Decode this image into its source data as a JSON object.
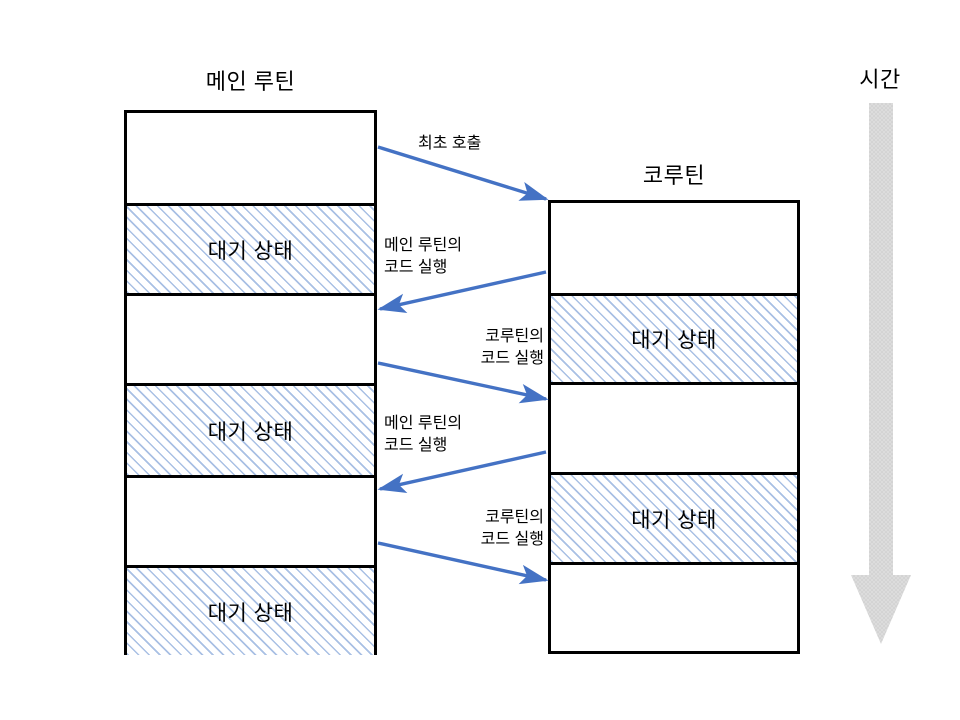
{
  "diagram": {
    "title_main": "메인 루틴",
    "title_coroutine": "코루틴",
    "title_time": "시간",
    "waiting_label": "대기 상태",
    "accent_color": "#4472C4",
    "hatch_color": "#A9C0E4",
    "border_color": "#000000",
    "time_arrow_color": "#D9D9D9"
  },
  "main_routine": {
    "name": "메인 루틴",
    "rows": [
      {
        "id": "m1",
        "state": "running",
        "label": ""
      },
      {
        "id": "m2",
        "state": "waiting",
        "label": "대기 상태"
      },
      {
        "id": "m3",
        "state": "running",
        "label": ""
      },
      {
        "id": "m4",
        "state": "waiting",
        "label": "대기 상태"
      },
      {
        "id": "m5",
        "state": "running",
        "label": ""
      },
      {
        "id": "m6",
        "state": "waiting",
        "label": "대기 상태"
      }
    ]
  },
  "coroutine": {
    "name": "코루틴",
    "rows": [
      {
        "id": "c1",
        "state": "running",
        "label": ""
      },
      {
        "id": "c2",
        "state": "waiting",
        "label": "대기 상태"
      },
      {
        "id": "c3",
        "state": "running",
        "label": ""
      },
      {
        "id": "c4",
        "state": "waiting",
        "label": "대기 상태"
      },
      {
        "id": "c5",
        "state": "running",
        "label": ""
      }
    ]
  },
  "arrows": [
    {
      "id": "a1",
      "caption": "최초 호출",
      "direction": "main-to-coroutine"
    },
    {
      "id": "a2",
      "caption": "메인 루틴의\n코드 실행",
      "direction": "coroutine-to-main"
    },
    {
      "id": "a3",
      "caption": "코루틴의\n코드 실행",
      "direction": "main-to-coroutine"
    },
    {
      "id": "a4",
      "caption": "메인 루틴의\n코드 실행",
      "direction": "coroutine-to-main"
    },
    {
      "id": "a5",
      "caption": "코루틴의\n코드 실행",
      "direction": "main-to-coroutine"
    }
  ]
}
